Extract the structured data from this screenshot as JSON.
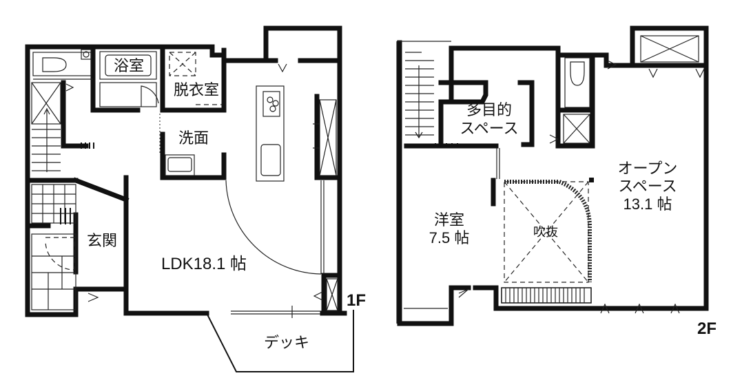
{
  "floor1": {
    "floor_label": "1F",
    "rooms": {
      "bath": "浴室",
      "dressing": "脱衣室",
      "washroom": "洗面",
      "entrance": "玄関",
      "ldk": "LDK18.1 帖",
      "deck": "デッキ"
    }
  },
  "floor2": {
    "floor_label": "2F",
    "rooms": {
      "multipurpose_line1": "多目的",
      "multipurpose_line2": "スペース",
      "western_line1": "洋室",
      "western_line2": "7.5 帖",
      "void": "吹抜",
      "open_line1": "オープン",
      "open_line2": "スペース",
      "open_line3": "13.1 帖"
    }
  }
}
